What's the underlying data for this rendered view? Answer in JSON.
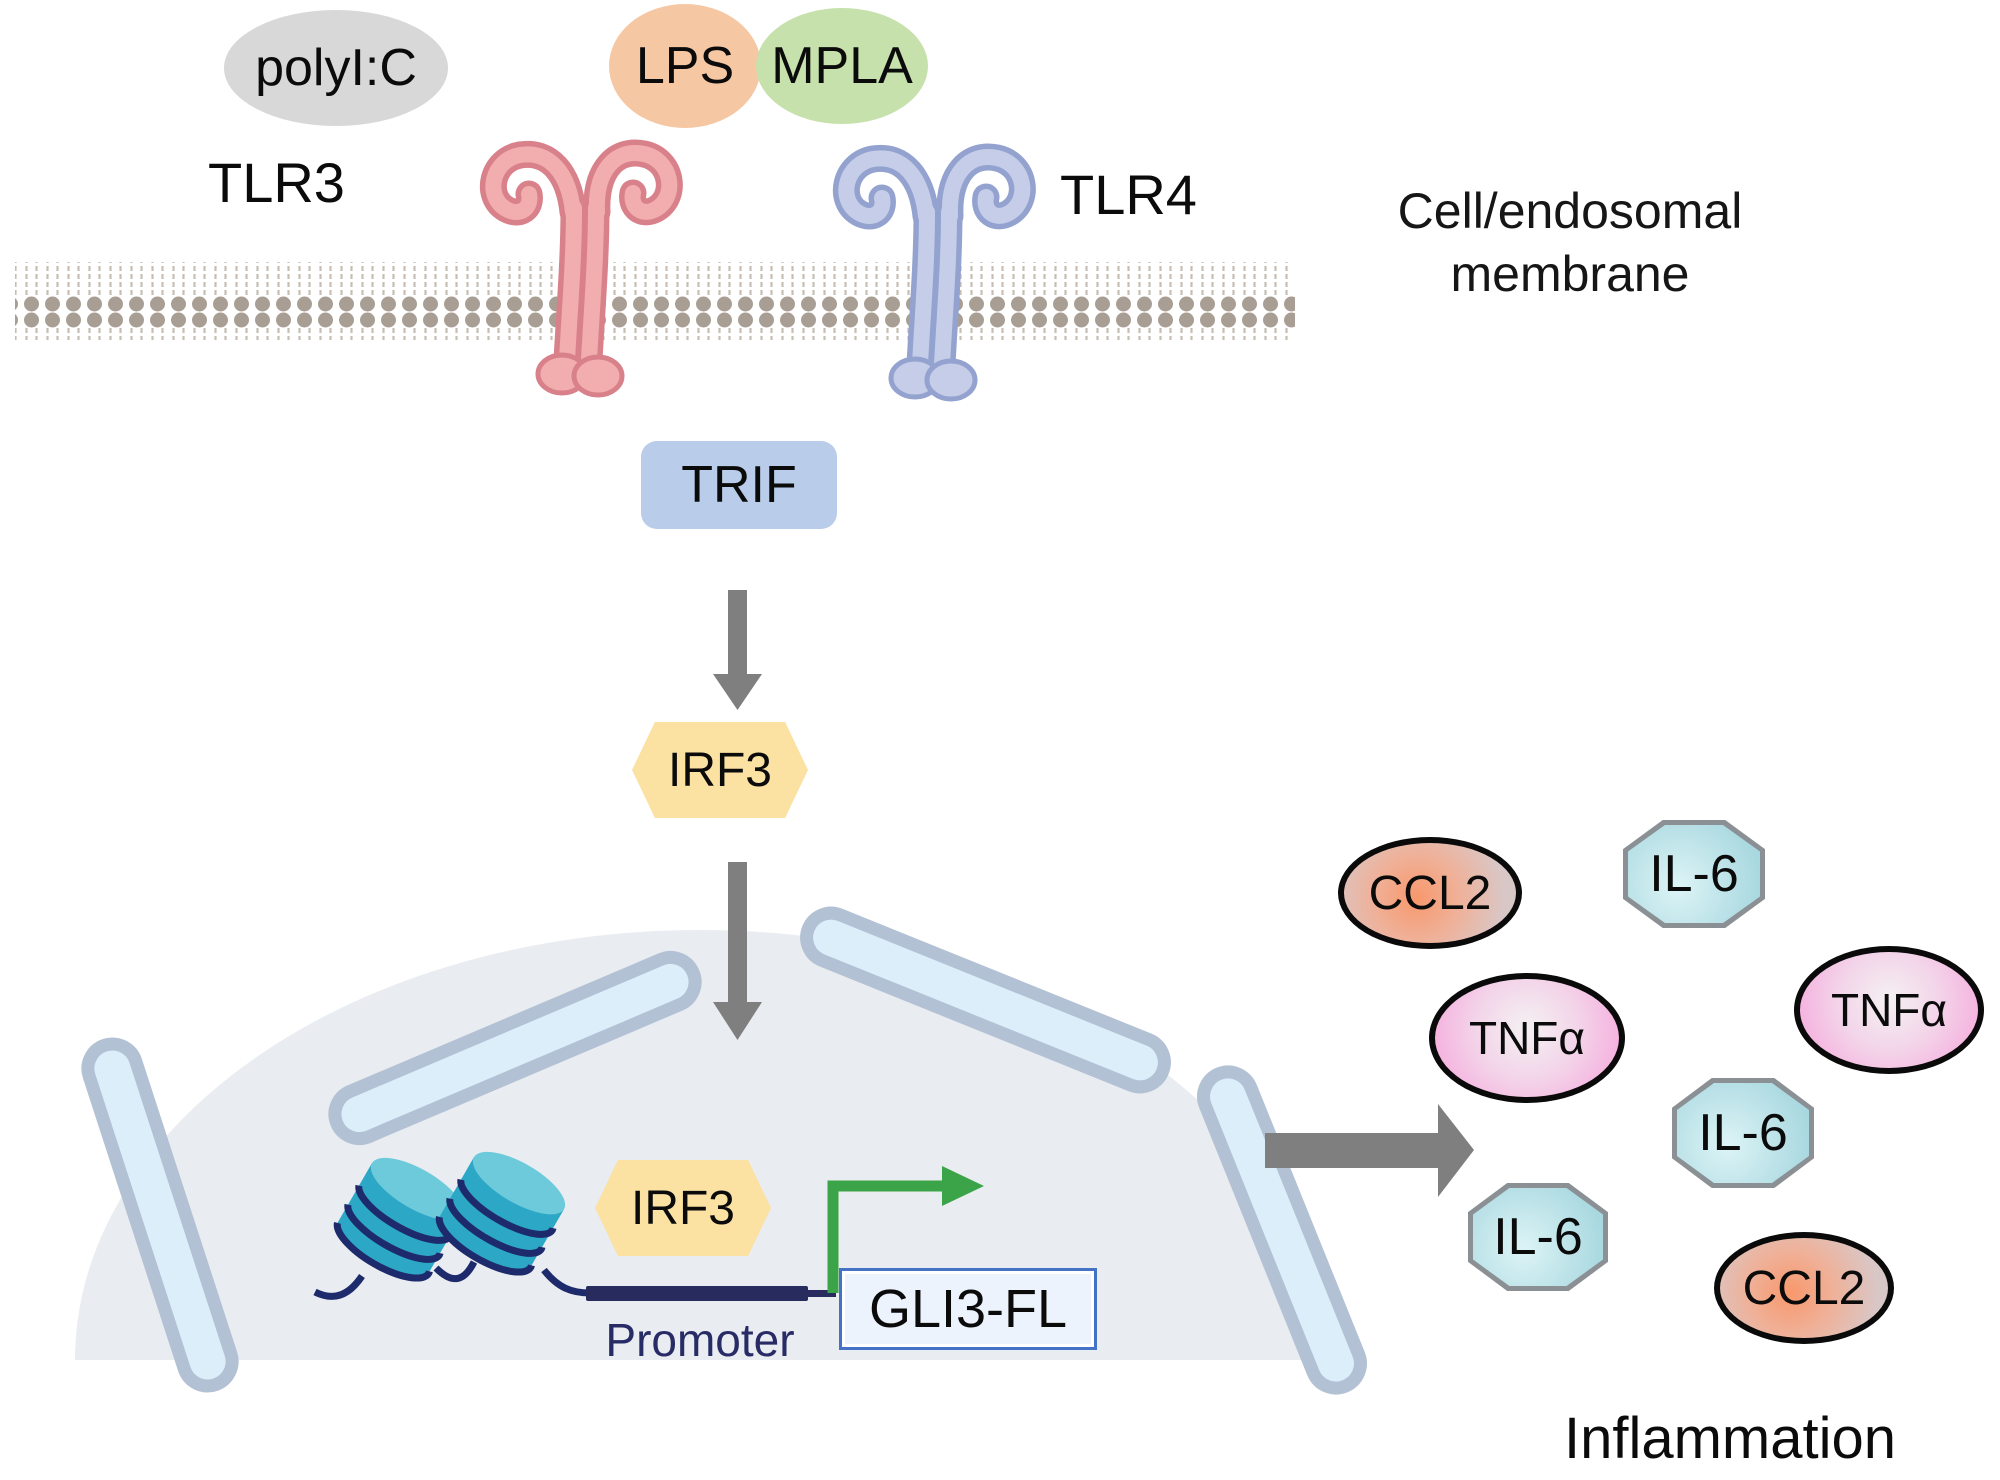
{
  "ligands": {
    "polyic": "polyI:C",
    "lps": "LPS",
    "mpla": "MPLA"
  },
  "receptors": {
    "tlr3": "TLR3",
    "tlr4": "TLR4"
  },
  "membrane": {
    "label_line1": "Cell/endosomal",
    "label_line2": "membrane"
  },
  "pathway": {
    "trif": "TRIF",
    "irf3": "IRF3"
  },
  "nucleus": {
    "irf3": "IRF3",
    "promoter_label": "Promoter",
    "gene_label": "GLI3-FL"
  },
  "cytokines": [
    {
      "label": "CCL2",
      "shape": "ellipse",
      "kind": "chemokine"
    },
    {
      "label": "IL-6",
      "shape": "octagon",
      "kind": "cytokine"
    },
    {
      "label": "TNFα",
      "shape": "ellipse",
      "kind": "cytokine"
    },
    {
      "label": "TNFα",
      "shape": "ellipse",
      "kind": "cytokine"
    },
    {
      "label": "IL-6",
      "shape": "octagon",
      "kind": "cytokine"
    },
    {
      "label": "IL-6",
      "shape": "octagon",
      "kind": "cytokine"
    },
    {
      "label": "CCL2",
      "shape": "ellipse",
      "kind": "chemokine"
    }
  ],
  "outcome_label": "Inflammation",
  "colors": {
    "polyic_fill": "#d8d8d8",
    "lps_fill": "#f6c7a3",
    "mpla_fill": "#c6e1ab",
    "tlr3_fill": "#f2aeae",
    "tlr3_outline": "#d9818a",
    "tlr4_fill": "#c5cde9",
    "tlr4_outline": "#93a2cf",
    "membrane_head": "#a89e94",
    "trif_fill": "#b9cce9",
    "irf3_fill": "#fbe2a2",
    "arrow_gray": "#7f7f7f",
    "nucleus_fill": "#e9ecf0",
    "envelope_border": "#b2c1d4",
    "envelope_fill": "#ddeefb",
    "nucleosome_body": "#2da7c6",
    "nucleosome_top": "#6ccadb",
    "dna_navy": "#1d2a6b",
    "promoter_bar": "#272b5e",
    "transcription_arrow_green": "#3ba449",
    "gene_box_border": "#4472c4",
    "il6_fill": "#a9dbe2",
    "tnfa_fill": "#f6abdd",
    "ccl2_fill": "#f8986c"
  }
}
